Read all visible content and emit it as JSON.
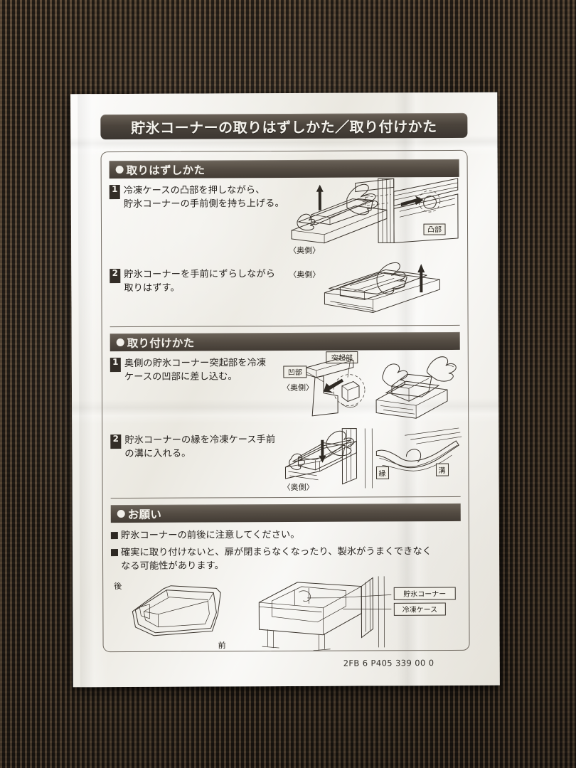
{
  "document": {
    "title": "貯氷コーナーの取りはずしかた／取り付けかた",
    "part_number": "2FB 6 P405 339 00 0"
  },
  "sections": [
    {
      "id": "removal",
      "heading": "取りはずしかた",
      "steps": [
        {
          "number": "1",
          "text": "冷凍ケースの凸部を押しながら、\n貯氷コーナーの手前側を持ち上げる。"
        },
        {
          "number": "2",
          "text": "貯氷コーナーを手前にずらしながら\n取りはずす。"
        }
      ],
      "figure_labels": {
        "step1_back": "〈奥側〉",
        "step1_bump": "凸部",
        "step2_back": "〈奥側〉"
      }
    },
    {
      "id": "installation",
      "heading": "取り付けかた",
      "steps": [
        {
          "number": "1",
          "text": "奥側の貯氷コーナー突起部を冷凍\nケースの凹部に差し込む。"
        },
        {
          "number": "2",
          "text": "貯氷コーナーの縁を冷凍ケース手前\nの溝に入れる。"
        }
      ],
      "figure_labels": {
        "step1_back": "〈奥側〉",
        "step1_recess": "凹部",
        "step1_protrusion": "突起部",
        "step2_back": "〈奥側〉",
        "step2_edge": "縁",
        "step2_groove": "溝"
      }
    },
    {
      "id": "request",
      "heading": "お願い",
      "notes": [
        "貯氷コーナーの前後に注意してください。",
        "確実に取り付けないと、扉が閉まらなくなったり、製氷がうまくできなく\nなる可能性があります。"
      ],
      "figure_labels": {
        "back": "後",
        "front": "前",
        "ice_corner": "貯氷コーナー",
        "freezer_case": "冷凍ケース"
      }
    }
  ],
  "colors": {
    "header_bar_dark": "#433c35",
    "header_bar_light": "#6b6359",
    "paper": "#eceae3",
    "ink": "#3a342d",
    "mat": "#3d3228"
  }
}
